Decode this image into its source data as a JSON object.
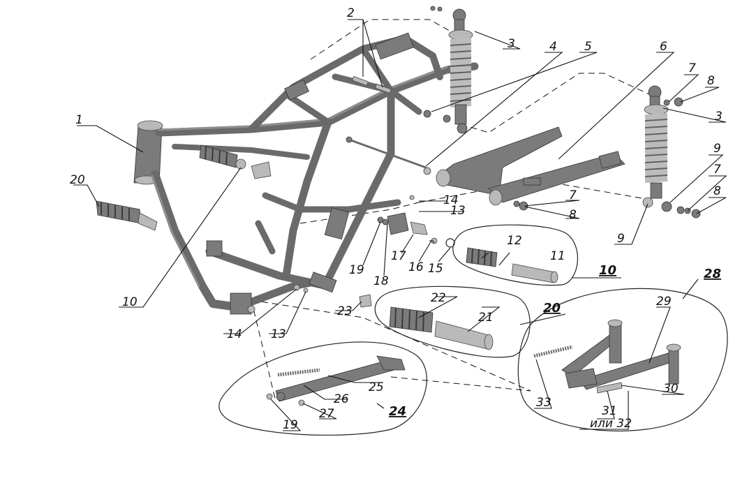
{
  "callouts": {
    "c1": "1",
    "c2": "2",
    "c3a": "3",
    "c3b": "3",
    "c4": "4",
    "c5": "5",
    "c6": "6",
    "c7a": "7",
    "c7b": "7",
    "c7c": "7",
    "c8a": "8",
    "c8b": "8",
    "c8c": "8",
    "c9a": "9",
    "c9b": "9",
    "c10": "10",
    "c11": "11",
    "c12": "12",
    "c13a": "13",
    "c13b": "13",
    "c14a": "14",
    "c14b": "14",
    "c15": "15",
    "c16": "16",
    "c17": "17",
    "c18": "18",
    "c19a": "19",
    "c19b": "19",
    "c20": "20",
    "c21": "21",
    "c22": "22",
    "c23": "23",
    "c25": "25",
    "c26": "26",
    "c27": "27",
    "c29": "29",
    "c30": "30",
    "c31": "31",
    "c32": "или 32",
    "c33": "33"
  },
  "groups": {
    "g10": "10",
    "g20": "20",
    "g24": "24",
    "g28": "28"
  }
}
